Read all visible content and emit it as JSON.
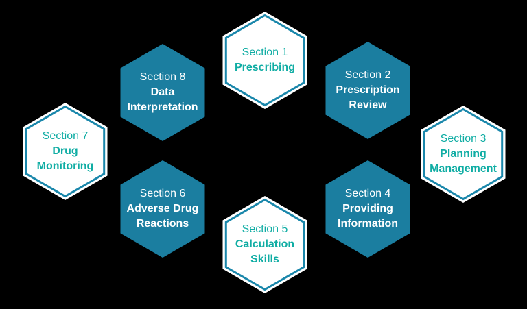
{
  "colors": {
    "hex_fill": "#1B7EA0",
    "hex_border": "#1A87AB",
    "text_teal": "#10ADA4",
    "text_white": "#FFFFFF",
    "background": "#000000"
  },
  "sections": [
    {
      "name": "Section 1",
      "title": "Prescribing",
      "variant": "outline"
    },
    {
      "name": "Section 2",
      "title": "Prescription\nReview",
      "variant": "filled"
    },
    {
      "name": "Section 3",
      "title": "Planning\nManagement",
      "variant": "outline"
    },
    {
      "name": "Section 4",
      "title": "Providing\nInformation",
      "variant": "filled"
    },
    {
      "name": "Section 5",
      "title": "Calculation\nSkills",
      "variant": "outline"
    },
    {
      "name": "Section 6",
      "title": "Adverse Drug\nReactions",
      "variant": "filled"
    },
    {
      "name": "Section 7",
      "title": "Drug\nMonitoring",
      "variant": "outline"
    },
    {
      "name": "Section 8",
      "title": "Data\nInterpretation",
      "variant": "filled"
    }
  ]
}
